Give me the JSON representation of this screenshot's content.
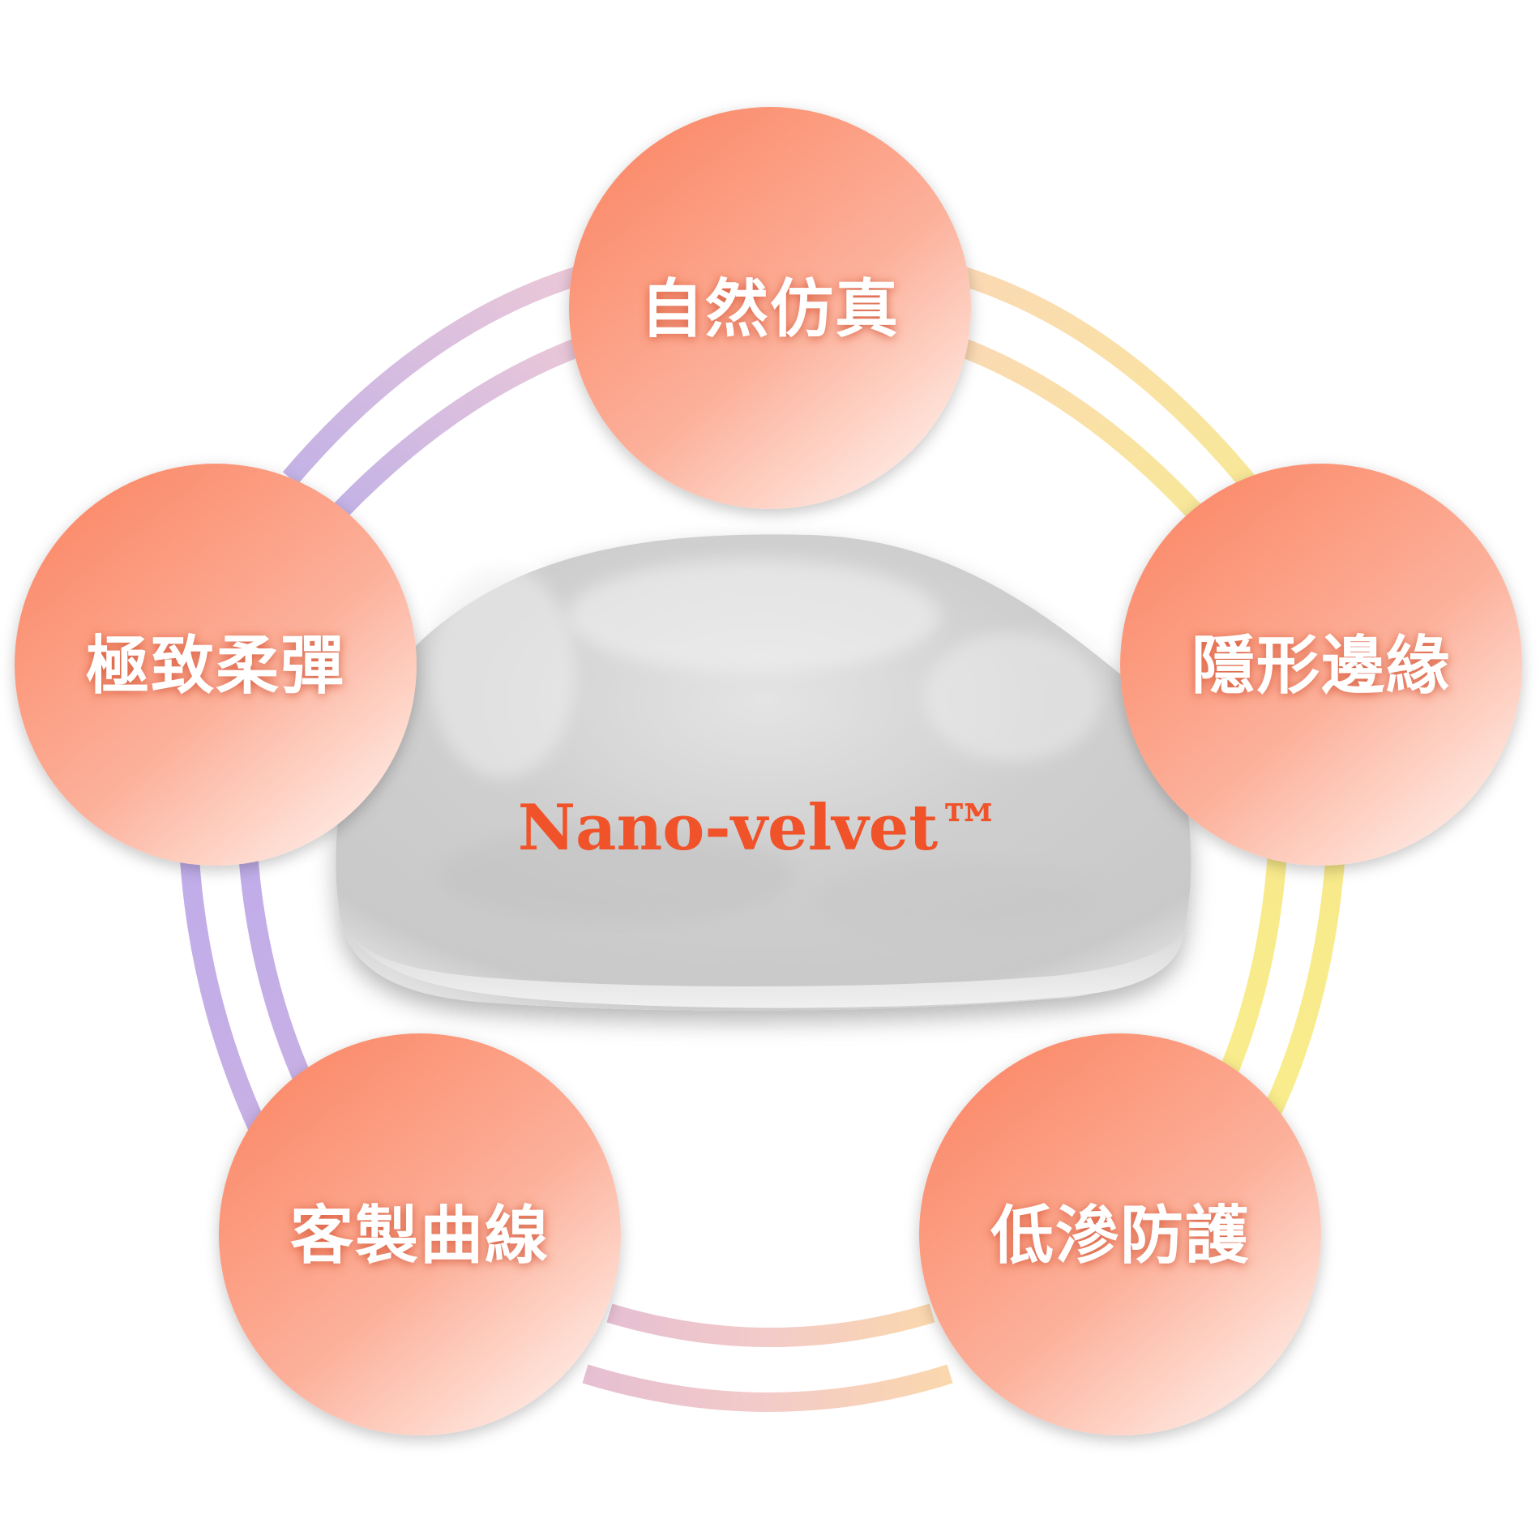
{
  "colors": {
    "node_light": "#ffe3da",
    "node_dark": "#fb8e6e",
    "center_text": "#f0532a",
    "ring_purple": "#c2aee6",
    "ring_yellow": "#f8e87e",
    "ring_pink": "#efc3cb",
    "ring_peach": "#fbd9ac"
  },
  "center": {
    "label": "Nano-velvet™",
    "image": "silicone-implant"
  },
  "nodes": [
    {
      "id": "top",
      "label": "自然仿真"
    },
    {
      "id": "right",
      "label": "隱形邊緣"
    },
    {
      "id": "bottom-right",
      "label": "低滲防護"
    },
    {
      "id": "bottom-left",
      "label": "客製曲線"
    },
    {
      "id": "left",
      "label": "極致柔彈"
    }
  ]
}
